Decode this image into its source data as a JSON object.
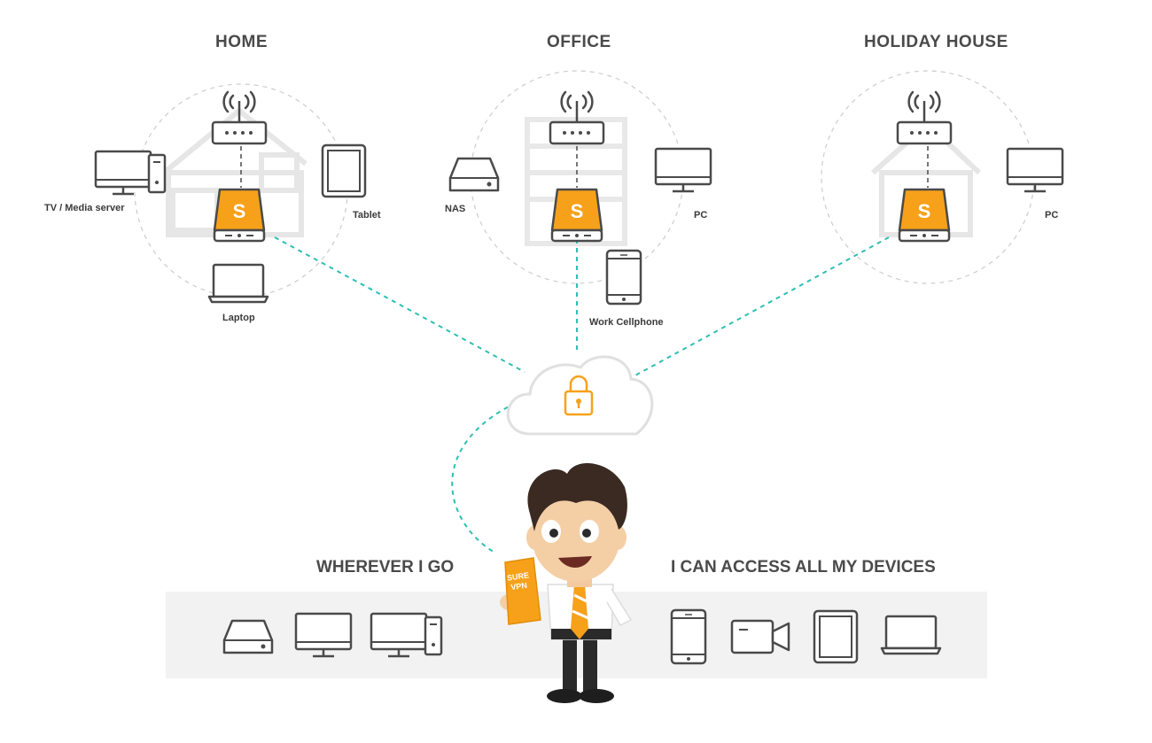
{
  "locations": {
    "home": {
      "title": "HOME",
      "tv_label": "TV / Media server",
      "tablet_label": "Tablet",
      "laptop_label": "Laptop"
    },
    "office": {
      "title": "OFFICE",
      "nas_label": "NAS",
      "pc_label": "PC",
      "phone_label": "Work Cellphone"
    },
    "holiday": {
      "title": "HOLIDAY HOUSE",
      "pc_label": "PC"
    }
  },
  "router_badge": "S",
  "phone_text": {
    "line1": "SURE",
    "line2": "VPN"
  },
  "bottom": {
    "left_caption": "WHEREVER I GO",
    "right_caption": "I CAN ACCESS ALL MY DEVICES"
  },
  "colors": {
    "accent": "#f7a11a",
    "line": "#4a4a4a",
    "dashed_link": "#2ebfb3",
    "circle": "#cccccc",
    "band": "#f2f2f2"
  }
}
